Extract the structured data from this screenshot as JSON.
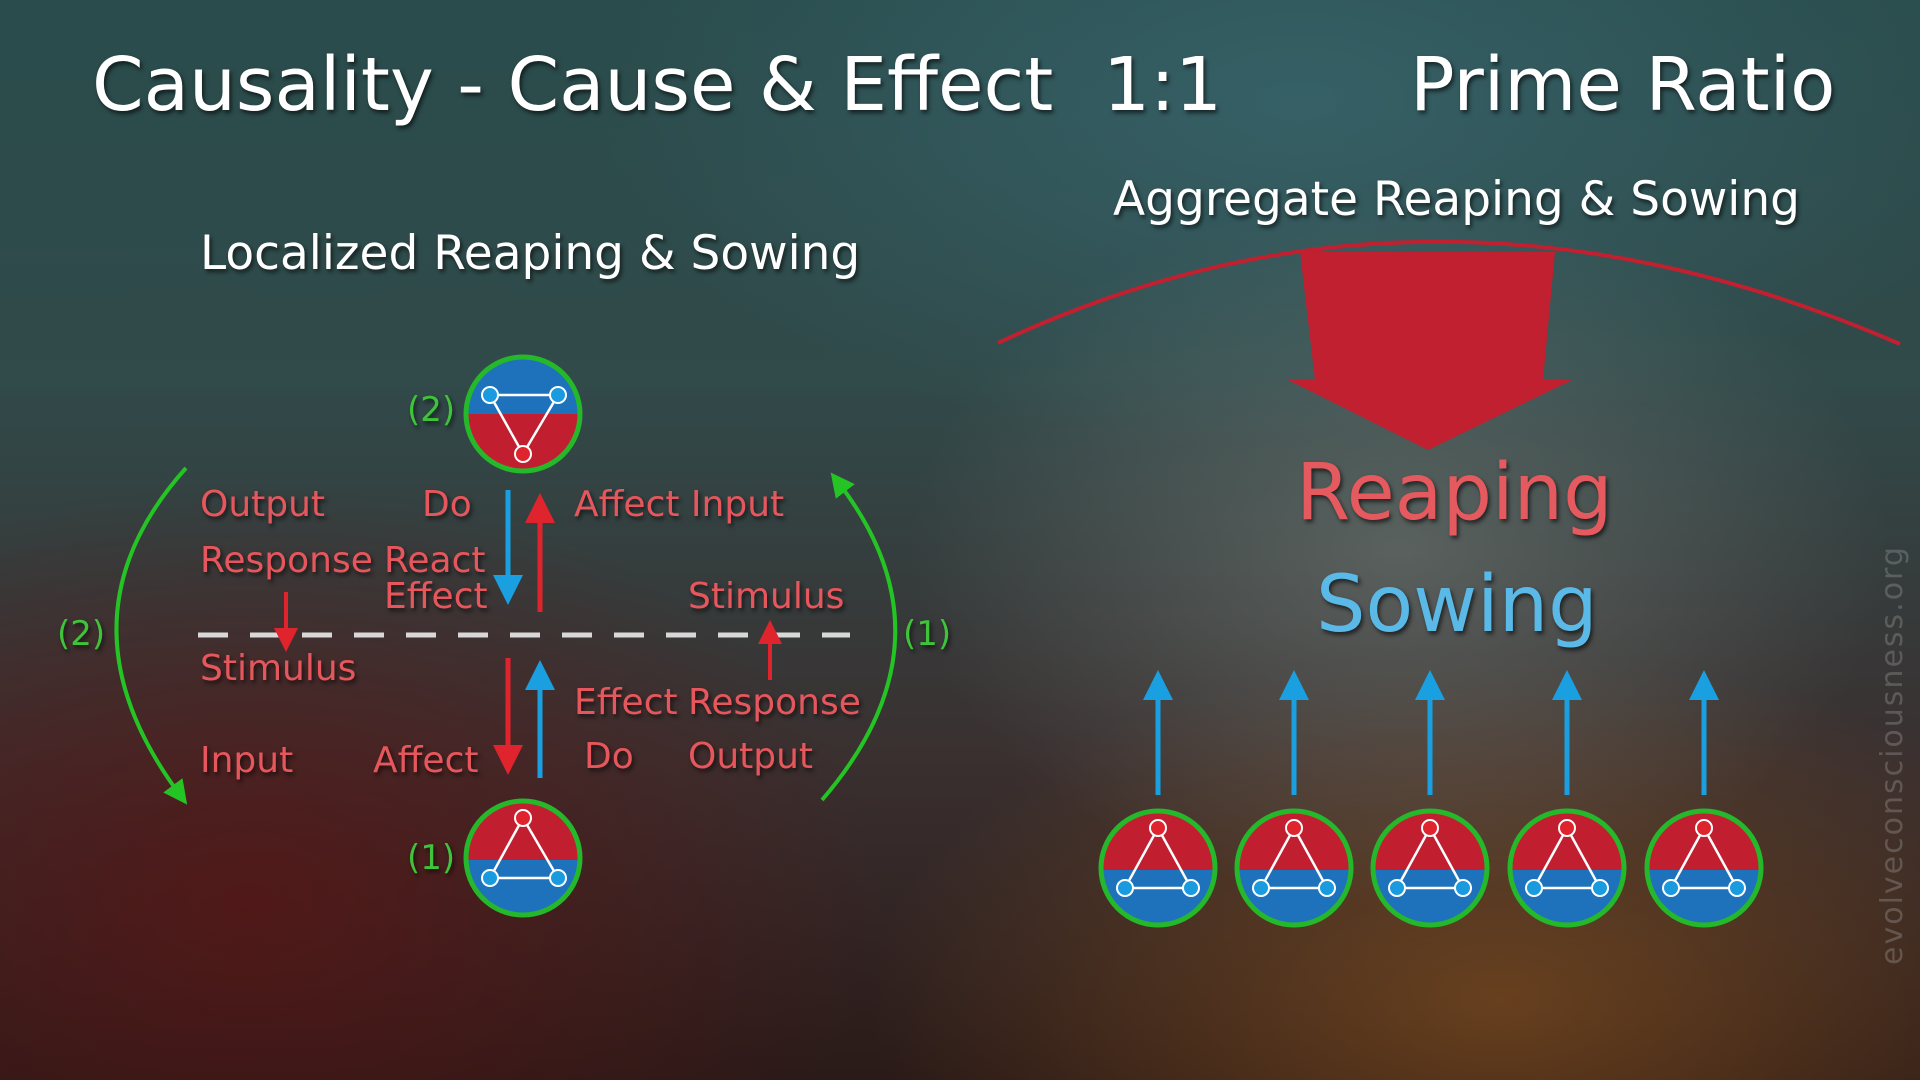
{
  "header": {
    "title": "Causality - Cause & Effect",
    "ratio": "1:1",
    "prime": "Prime Ratio"
  },
  "left": {
    "subtitle": "Localized Reaping & Sowing",
    "node_top_label": "(2)",
    "node_bottom_label": "(1)",
    "cycle_left_label": "(2)",
    "cycle_right_label": "(1)",
    "labels": {
      "output_top": "Output",
      "do_top": "Do",
      "affect_input": "Affect Input",
      "response_top": "Response",
      "react": "React",
      "effect_top": "Effect",
      "stimulus_right": "Stimulus",
      "stimulus_left": "Stimulus",
      "effect_bottom": "Effect",
      "response_bottom": "Response",
      "input": "Input",
      "affect_bottom": "Affect",
      "do_bottom": "Do",
      "output_bottom": "Output"
    }
  },
  "right": {
    "subtitle": "Aggregate Reaping & Sowing",
    "reaping": "Reaping",
    "sowing": "Sowing"
  },
  "watermark": "evolveconsciousness.org",
  "colors": {
    "red": "#c0202f",
    "blue": "#1e7fc6",
    "green": "#2fb52a",
    "label_red": "#e5575c",
    "label_blue": "#5ab9e6"
  }
}
